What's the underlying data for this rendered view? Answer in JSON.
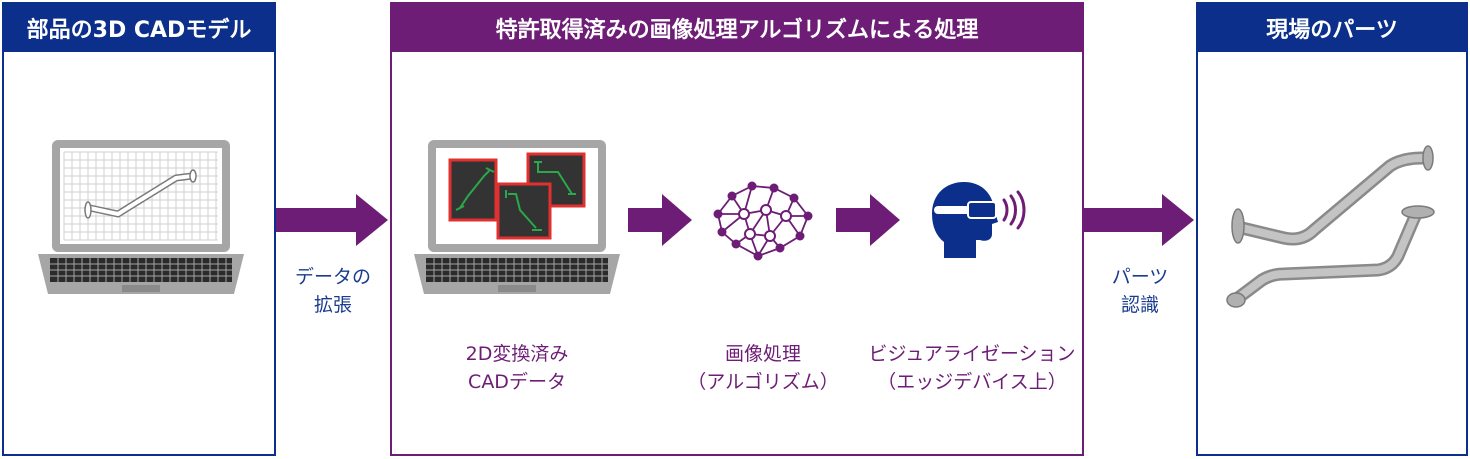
{
  "panels": {
    "left_title": "部品の3D CADモデル",
    "middle_title": "特許取得済みの画像処理アルゴリズムによる処理",
    "right_title": "現場のパーツ"
  },
  "arrows": {
    "data_expansion": [
      "データの",
      "拡張"
    ],
    "part_recognition": [
      "パーツ",
      "認識"
    ]
  },
  "steps": {
    "converted": [
      "2D変換済み",
      "CADデータ"
    ],
    "processing": [
      "画像処理",
      "（アルゴリズム）"
    ],
    "visualization": [
      "ビジュアライゼーション",
      "（エッジデバイス上）"
    ]
  },
  "colors": {
    "navy": "#0b2f8a",
    "purple": "#6e1d76",
    "gray": "#a6a6a6"
  },
  "icons": [
    "laptop-3d-model-icon",
    "laptop-2d-cad-icon",
    "neural-network-icon",
    "vr-headset-head-icon",
    "pipe-part-icon"
  ]
}
